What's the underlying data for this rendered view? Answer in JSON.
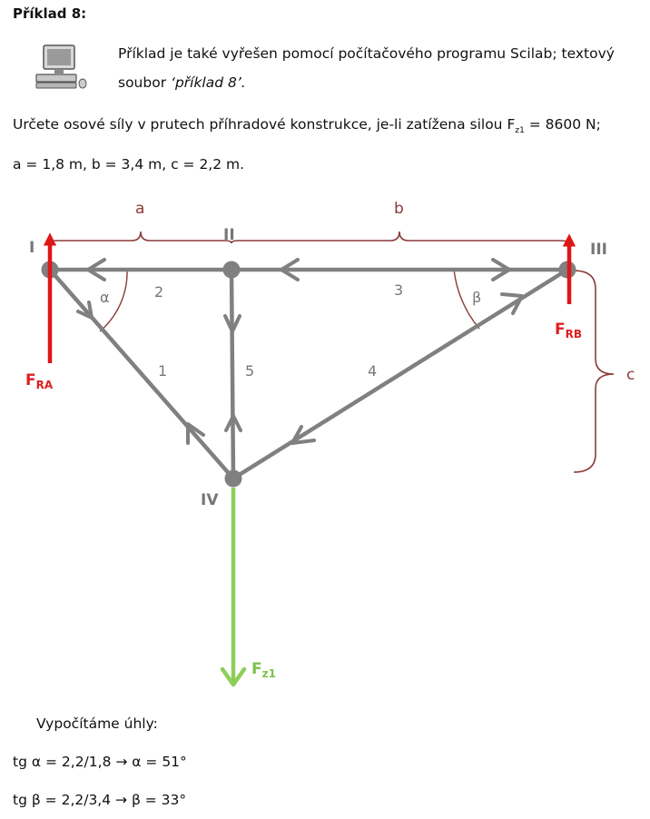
{
  "heading": "Příklad 8:",
  "note": {
    "line1": "Příklad je také vyřešen pomocí počítačového programu Scilab; textový",
    "line2_prefix": "soubor ",
    "line2_file": "‘příklad 8’.",
    "icon": "computer-icon"
  },
  "task": {
    "prefix": "Určete osové síly v prutech příhradové konstrukce, je-li zatížena silou F",
    "sub": "z1",
    "suffix": " = 8600 N;"
  },
  "params": "a = 1,8 m, b = 3,4 m, c = 2,2 m.",
  "diagram": {
    "nodes": {
      "n1": "I",
      "n2": "II",
      "n3": "III",
      "n4": "IV"
    },
    "bars": {
      "b1": "1",
      "b2": "2",
      "b3": "3",
      "b4": "4",
      "b5": "5"
    },
    "dims": {
      "a": "a",
      "b": "b",
      "c": "c"
    },
    "angles": {
      "alpha": "α",
      "beta": "β"
    },
    "forces": {
      "fra_main": "F",
      "fra_sub": "RA",
      "frb_main": "F",
      "frb_sub": "RB",
      "fz_main": "F",
      "fz_sub": "z1"
    },
    "colors": {
      "member": "#808080",
      "reaction": "#e01515",
      "load": "#8dcf5a",
      "dimension": "#8b3a3a"
    }
  },
  "calc_title": "Vypočítáme úhly:",
  "equations": {
    "eq1": "tg α = 2,2/1,8 → α = 51°",
    "eq2": "tg β = 2,2/3,4 → β = 33°"
  }
}
